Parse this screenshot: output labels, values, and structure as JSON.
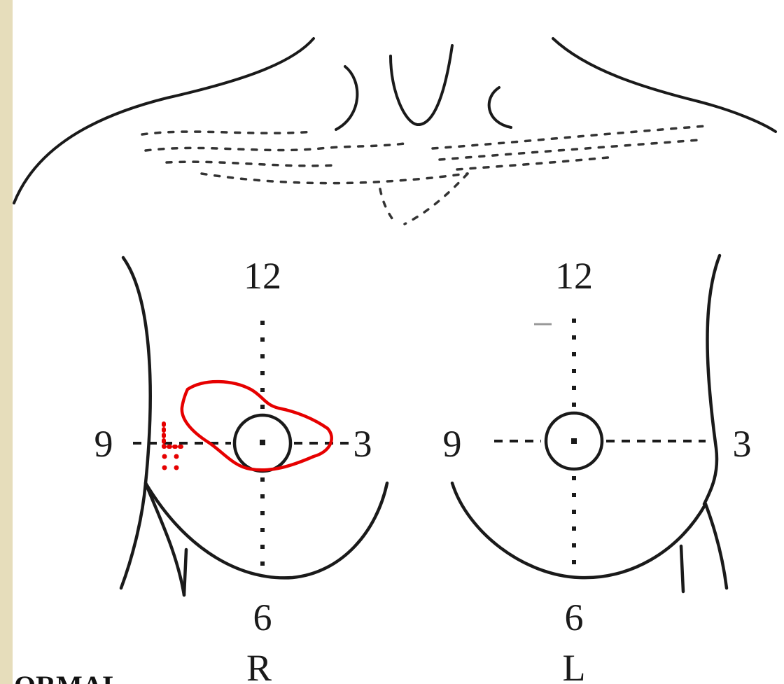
{
  "colors": {
    "page_border": "#e6ddbb",
    "paper": "#ffffff",
    "ink": "#1a1a1a",
    "annotation": "#e60000"
  },
  "diagram": {
    "right_breast": {
      "top_label": "12",
      "left_label": "9",
      "right_label": "3",
      "bottom_label": "6",
      "side_label": "R"
    },
    "left_breast": {
      "top_label": "12",
      "left_label": "9",
      "right_label": "3",
      "bottom_label": "6",
      "side_label": "L"
    },
    "cut_off_text": "ORMAL"
  }
}
